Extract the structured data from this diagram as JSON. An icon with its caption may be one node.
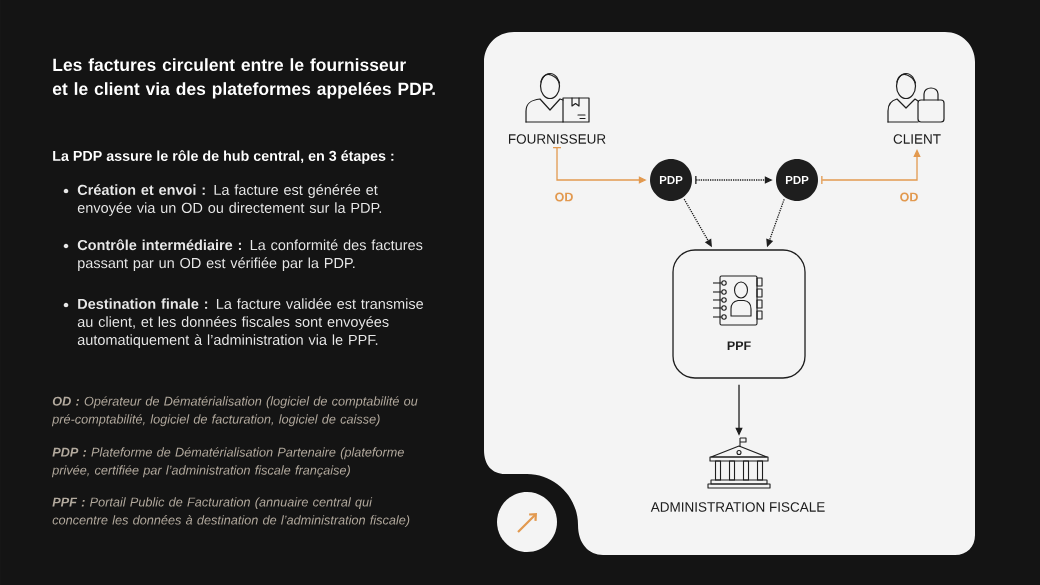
{
  "diagram": {
    "title": "Les factures circulent entre le fournisseur et le client via des plateformes appelées PDP.",
    "nodes": [
      {
        "text": [
          "FOURNISSEUR"
        ]
      },
      {
        "text": [
          "CLIENT"
        ]
      },
      {
        "text": [
          "PDP"
        ]
      },
      {
        "text": [
          "PDP"
        ]
      },
      {
        "text": [
          "PPF"
        ]
      },
      {
        "text": [],
        "shape": "picture",
        "beside": [
          "ADMINISTRATION FISCALE"
        ]
      }
    ],
    "edges": [
      {
        "from": 0,
        "to": 2,
        "arrow": "to",
        "label": "OD",
        "color": "#e2994f"
      },
      {
        "from": 2,
        "to": 3,
        "arrow": "to",
        "style": "dashed"
      },
      {
        "from": 3,
        "to": 1,
        "arrow": "to",
        "label": "OD",
        "color": "#e2994f"
      },
      {
        "from": 2,
        "to": 4,
        "arrow": "to",
        "style": "dashed"
      },
      {
        "from": 3,
        "to": 4,
        "arrow": "to",
        "style": "dashed"
      },
      {
        "from": 4,
        "to": 5,
        "arrow": "to"
      }
    ],
    "labels": [
      "La PDP assure le rôle de hub central, en 3 étapes :",
      "**Création et envoi :** La facture est générée et envoyée via un OD ou directement sur la PDP.",
      "**Contrôle intermédiaire :** La conformité des factures passant par un OD est vérifiée par la PDP.",
      "**Destination finale :** La facture validée est transmise au client, et les données fiscales sont envoyées automatiquement à l’administration via le PPF.",
      "**OD :** Opérateur de Dématérialisation (logiciel de comptabilité ou pré-comptabilité, logiciel de facturation, logiciel de caisse)",
      "**PDP :** Plateforme de Dématérialisation Partenaire (plateforme privée, certifiée par l’administration fiscale française)",
      "**PPF :** Portail Public de Facturation (annuaire central qui concentre les données à destination de l’administration fiscale)"
    ]
  }
}
